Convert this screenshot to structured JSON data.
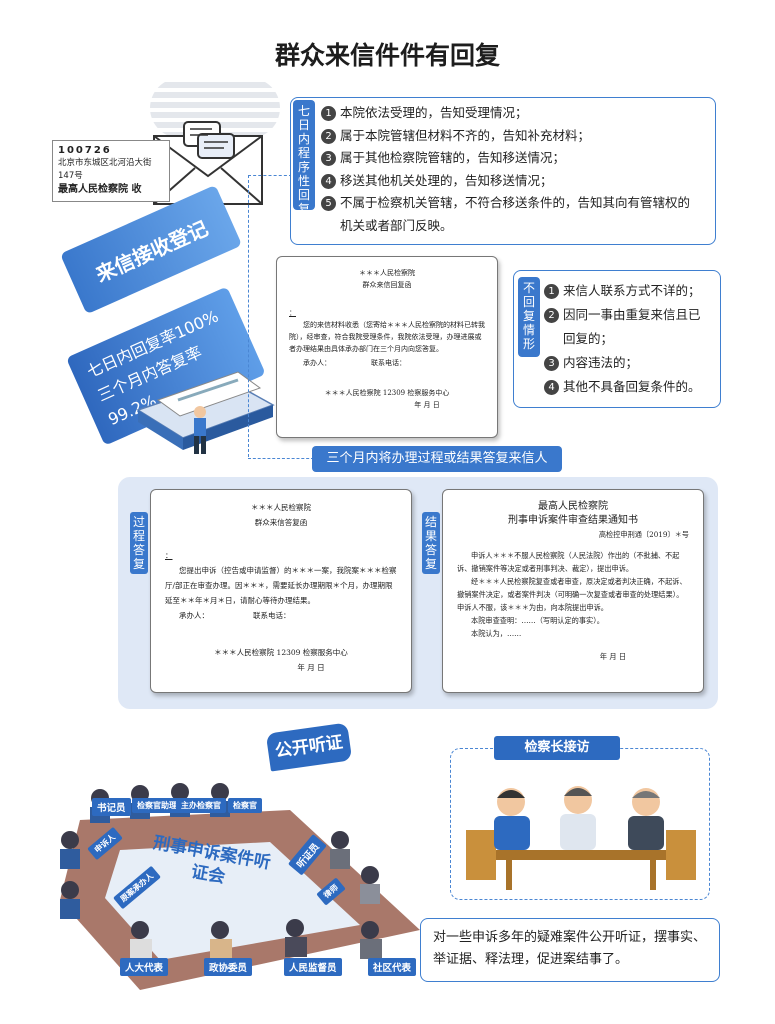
{
  "title": "群众来信件件有回复",
  "envelope": {
    "postcode": "100726",
    "address": "北京市东城区北河沿大街147号",
    "recipient": "最高人民检察院  收"
  },
  "banners": {
    "receive": "来信接收登记",
    "rate7": "七日内回复率100%",
    "rate3m": "三个月内答复率99.2%"
  },
  "seven_day": {
    "label": "七日内程序性回复",
    "items": [
      {
        "num": "1",
        "text": "本院依法受理的，告知受理情况；"
      },
      {
        "num": "2",
        "text": "属于本院管辖但材料不齐的，告知补充材料；"
      },
      {
        "num": "3",
        "text": "属于其他检察院管辖的，告知移送情况；"
      },
      {
        "num": "4",
        "text": "移送其他机关处理的，告知移送情况；"
      },
      {
        "num": "5",
        "text": "不属于检察机关管辖，不符合移送条件的，告知其向有管辖权的"
      },
      {
        "num": "",
        "text": "机关或者部门反映。"
      }
    ]
  },
  "no_reply": {
    "label": "不回复情形",
    "items": [
      {
        "num": "1",
        "text": "来信人联系方式不详的；"
      },
      {
        "num": "2",
        "text": "因同一事由重复来信且已"
      },
      {
        "num": "",
        "text": "回复的；"
      },
      {
        "num": "3",
        "text": "内容违法的；"
      },
      {
        "num": "4",
        "text": "其他不具备回复条件的。"
      }
    ]
  },
  "doc_receipt": {
    "org": "＊＊＊人民检察院",
    "title": "群众来信回复函",
    "addressee": "：",
    "body": "您的来信材料收悉（您寄给＊＊＊人民检察院的材料已转我院），经审查，符合我院受理条件，我院依法受理，办理进展或者办理结果由具体承办部门在三个月内向您答复。",
    "handler": "承办人：",
    "phone": "联系电话：",
    "footer": "＊＊＊人民检察院 12309 检察服务中心",
    "date": "年  月  日"
  },
  "three_month_pill": "三个月内将办理过程或结果答复来信人",
  "process_reply": {
    "label": "过程答复",
    "org": "＊＊＊人民检察院",
    "title": "群众来信答复函",
    "addressee": "：",
    "body": "您提出申诉（控告或申请监督）的＊＊＊一案，我院案＊＊＊检察厅/部正在审查办理。因＊＊＊，需要延长办理期限＊个月，办理期限延至＊＊年＊月＊日，请耐心等待办理结果。",
    "handler": "承办人：",
    "phone": "联系电话：",
    "footer": "＊＊＊人民检察院 12309 检察服务中心",
    "date": "年  月  日"
  },
  "result_reply": {
    "label": "结果答复",
    "org": "最高人民检察院",
    "title": "刑事申诉案件审查结果通知书",
    "docno": "高检控申刑通〔2019〕＊号",
    "body1": "申诉人＊＊＊不服人民检察院（人民法院）作出的（不批捕、不起诉、撤销案件等决定或者刑事判决、裁定），提出申诉。",
    "body2": "经＊＊＊人民检察院复查或者审查，原决定或者判决正确，不起诉、撤销案件决定，或者案件判决（可明确一次复查或者审查的处理结果）。申诉人不服，该＊＊＊为由，向本院提出申诉。",
    "body3": "本院审查查明：……（写明认定的事实）。",
    "body4": "本院认为，……",
    "date": "年  月  日"
  },
  "hearing": {
    "bubble": "公开听证",
    "table_text": "刑事申诉案件听证会",
    "tags": [
      "书记员",
      "检察官助理",
      "主办检察官",
      "检察官",
      "听证员",
      "人大代表",
      "政协委员",
      "人民监督员",
      "社区代表",
      "申诉人",
      "律师",
      "原案承办人"
    ]
  },
  "visit": {
    "label": "检察长接访"
  },
  "caption": "对一些申诉多年的疑难案件公开听证，摆事实、举证据、释法理，促进案结事了。"
}
